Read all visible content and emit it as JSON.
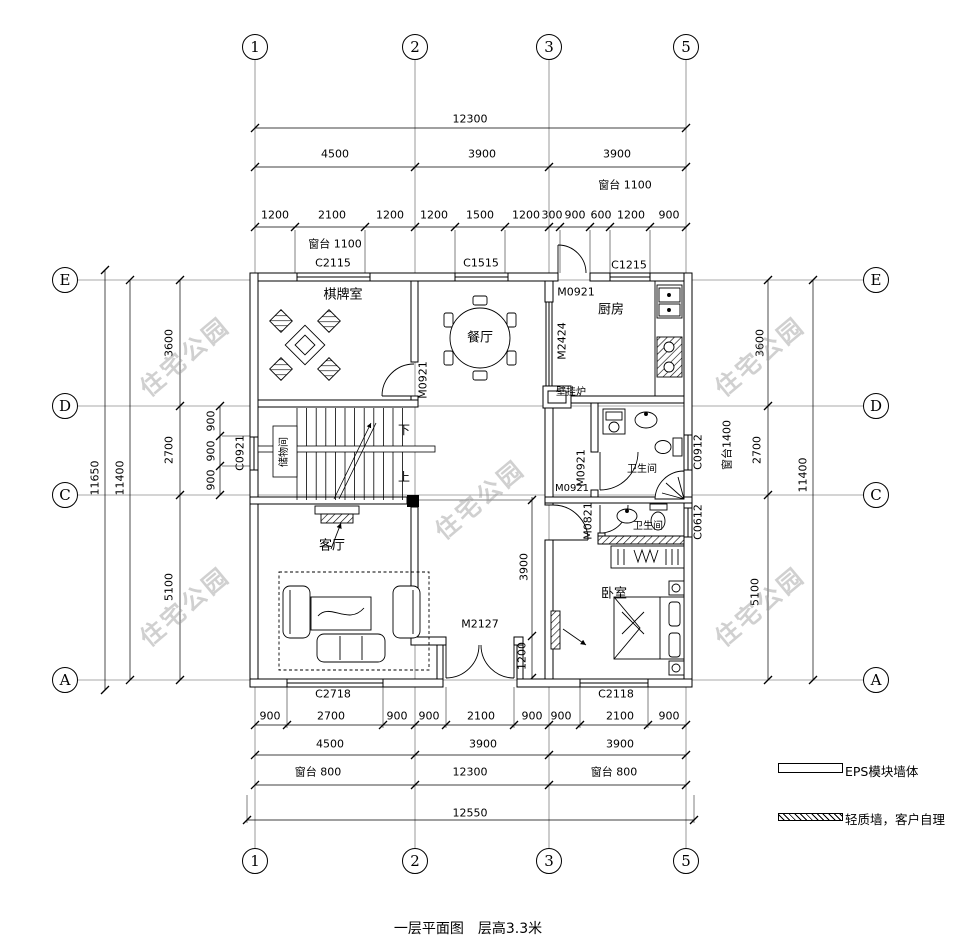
{
  "title": "一层平面图　层高3.3米",
  "watermark": "住宅公园",
  "grid": {
    "columns": [
      "1",
      "2",
      "3",
      "5"
    ],
    "rows": [
      "E",
      "D",
      "C",
      "A"
    ]
  },
  "rooms": {
    "chess_room": "棋牌室",
    "dining_room": "餐厅",
    "kitchen": "厨房",
    "storage_room": "储物间",
    "bathroom_upper": "卫生间",
    "bathroom_lower": "卫生间",
    "living_room": "客厅",
    "bedroom": "卧室",
    "wall_boiler": "壁挂炉"
  },
  "stairs": {
    "down": "下",
    "up": "上"
  },
  "codes": {
    "c2115": "C2115",
    "c1515": "C1515",
    "c1215": "C1215",
    "c0921": "C0921",
    "c0912": "C0912",
    "c0612": "C0612",
    "c2718": "C2718",
    "c2118": "C2118",
    "m0921": "M0921",
    "m2424": "M2424",
    "m2127": "M2127",
    "m0821": "M0821"
  },
  "sills": {
    "s1100": "窗台 1100",
    "s1400": "窗台1400",
    "s800": "窗台 800"
  },
  "dims": {
    "top_total": "12300",
    "top_majors": [
      "4500",
      "3900",
      "3900"
    ],
    "top_minors": [
      "1200",
      "2100",
      "1200",
      "1200",
      "1500",
      "1200",
      "300",
      "900",
      "600",
      "1200",
      "900"
    ],
    "left_overall": "11650",
    "left_total": "11400",
    "left_majors": [
      "3600",
      "2700",
      "5100"
    ],
    "left_minors": [
      "900",
      "900",
      "900"
    ],
    "right_majors": [
      "3600",
      "2700",
      "5100"
    ],
    "right_total": "11400",
    "vestibule_depth": "3900",
    "porch_depth": "1200",
    "bottom_minors": [
      "900",
      "2700",
      "900",
      "900",
      "2100",
      "900",
      "900",
      "2100",
      "900"
    ],
    "bottom_majors": [
      "4500",
      "3900",
      "3900"
    ],
    "bottom_total": "12300",
    "bottom_overall": "12550"
  },
  "legend": {
    "items": [
      {
        "label": "EPS模块墙体",
        "swatch": "hollow"
      },
      {
        "label": "轻质墙，客户自理",
        "swatch": "hatched"
      }
    ]
  }
}
